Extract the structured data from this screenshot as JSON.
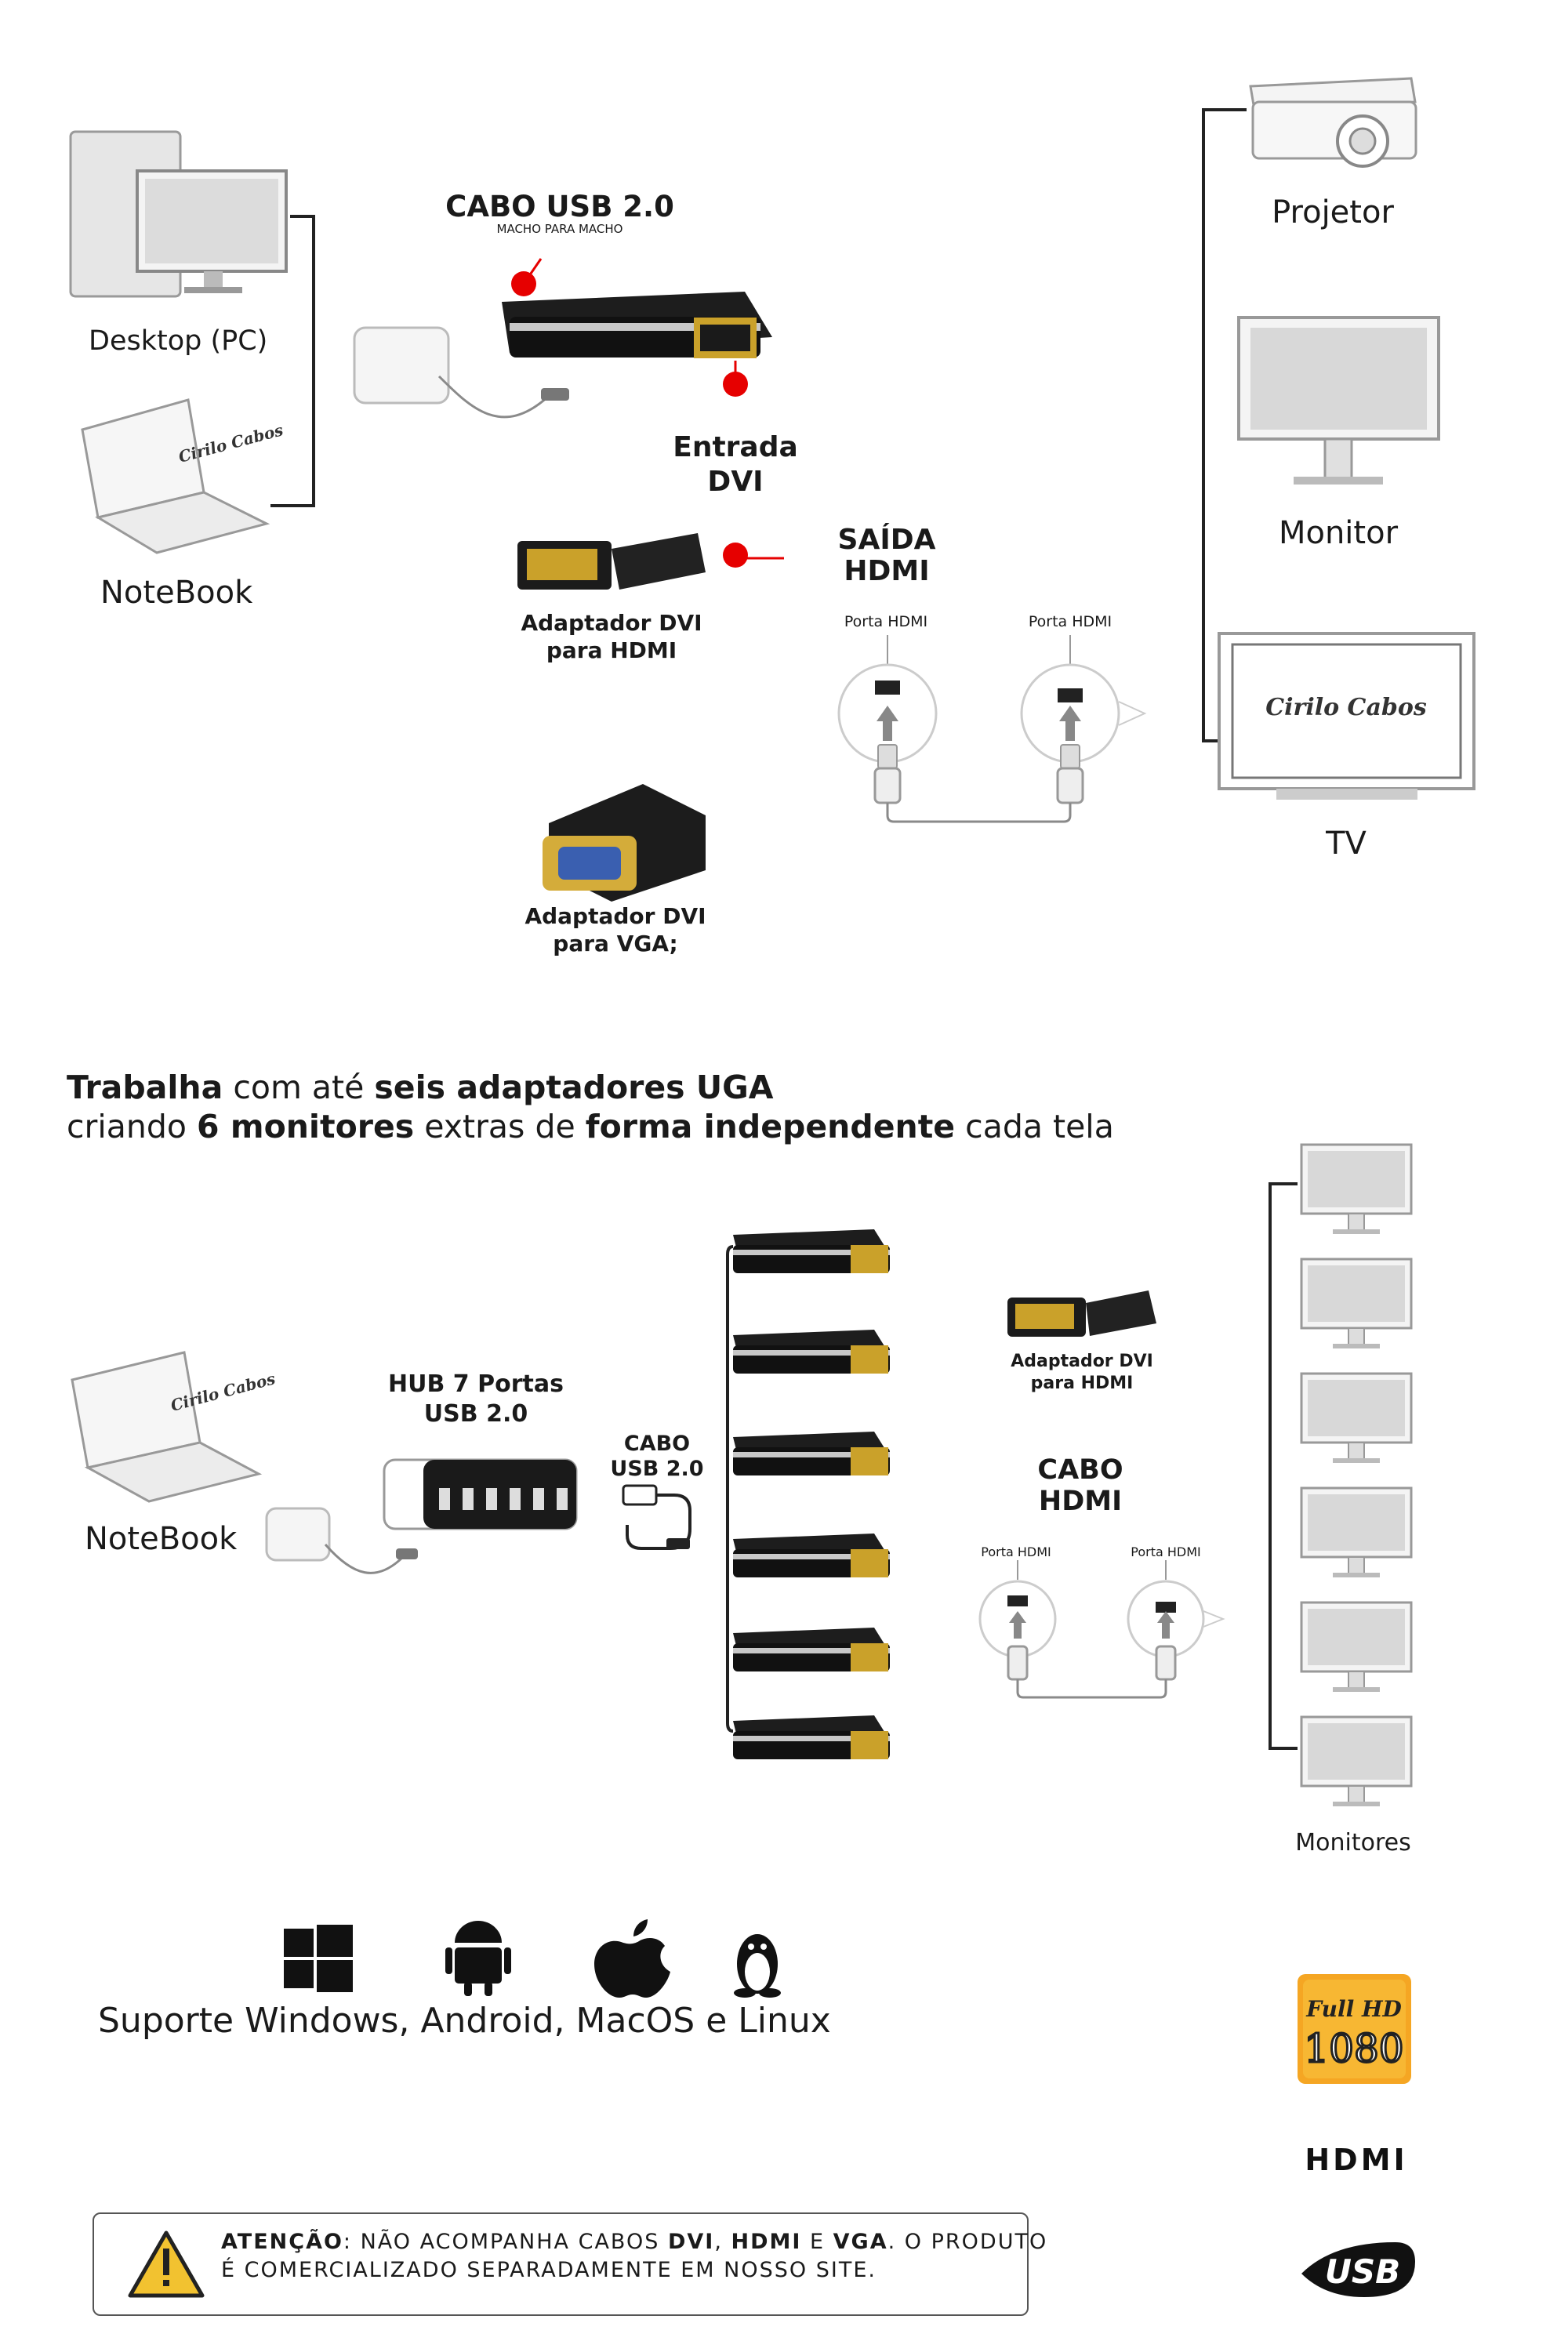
{
  "top": {
    "desktop_label": "Desktop (PC)",
    "notebook_label": "NoteBook",
    "cabo_usb_title": "CABO USB 2.0",
    "cabo_usb_sub": "MACHO PARA MACHO",
    "entrada_dvi_1": "Entrada",
    "entrada_dvi_2": "DVI",
    "adapter_hdmi_1": "Adaptador DVI",
    "adapter_hdmi_2": "para HDMI",
    "saida_hdmi_1": "SAÍDA",
    "saida_hdmi_2": "HDMI",
    "porta_hdmi_left": "Porta HDMI",
    "porta_hdmi_right": "Porta HDMI",
    "adapter_vga_1": "Adaptador DVI",
    "adapter_vga_2": "para VGA;",
    "projetor_label": "Projetor",
    "monitor_label": "Monitor",
    "tv_label": "TV",
    "brand_logo": "Cirilo Cabos"
  },
  "headline": {
    "l1_a": "Trabalha",
    "l1_b": " com até ",
    "l1_c": "seis adaptadores UGA",
    "l2_a": "criando ",
    "l2_b": "6 monitores",
    "l2_c": " extras de ",
    "l2_d": "forma independente",
    "l2_e": " cada tela"
  },
  "bottom": {
    "hub_1": "HUB 7 Portas",
    "hub_2": "USB 2.0",
    "cabo_usb_1": "CABO",
    "cabo_usb_2": "USB 2.0",
    "notebook_label": "NoteBook",
    "adapter_hdmi_1": "Adaptador DVI",
    "adapter_hdmi_2": "para HDMI",
    "cabo_hdmi_1": "CABO",
    "cabo_hdmi_2": "HDMI",
    "porta_hdmi_left": "Porta HDMI",
    "porta_hdmi_right": "Porta HDMI",
    "monitores_label": "Monitores"
  },
  "os": {
    "support_text": "Suporte Windows, Android, MacOS e Linux",
    "icons": [
      "windows-icon",
      "android-icon",
      "apple-icon",
      "linux-icon"
    ]
  },
  "badges": {
    "fullhd_1": "Full HD",
    "fullhd_2": "1080",
    "hdmi": "HDMI",
    "usb": "USB"
  },
  "warning": {
    "w1": "ATENÇÃO",
    "w2": ": NÃO ACOMPANHA CABOS ",
    "w3": "DVI",
    "w4": ", ",
    "w5": "HDMI",
    "w6": " E ",
    "w7": "VGA",
    "w8": ". O PRODUTO",
    "w9": "É COMERCIALIZADO SEPARADAMENTE EM NOSSO SITE."
  },
  "colors": {
    "accent_red": "#e60000",
    "badge_orange": "#f5a623",
    "warning_yellow": "#f2c230"
  }
}
